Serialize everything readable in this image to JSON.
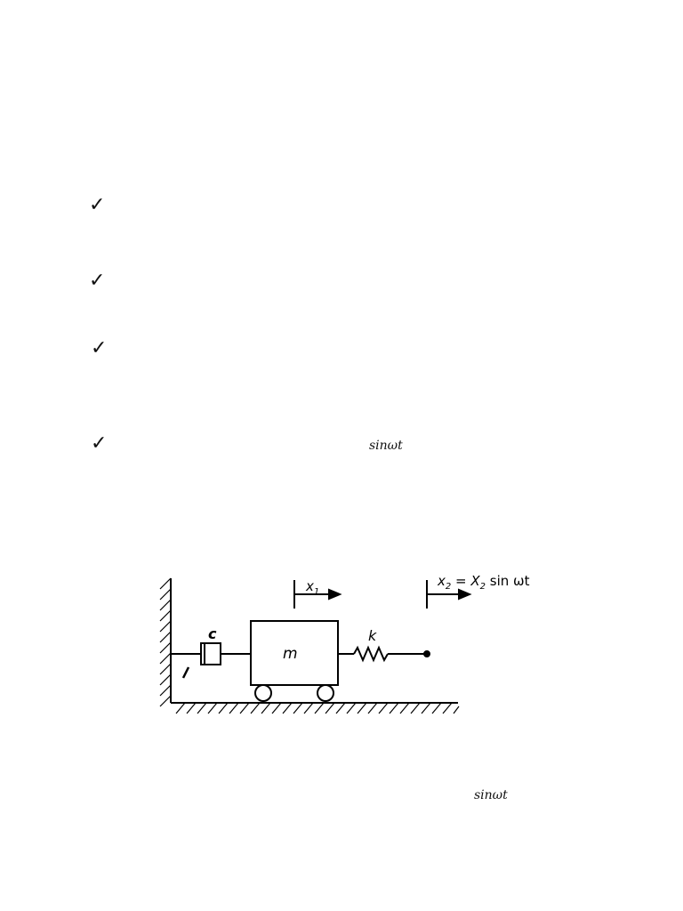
{
  "checks": [
    "✓",
    "✓",
    "✓",
    "✓"
  ],
  "inline_math": [
    "sinωt",
    "sinωt"
  ],
  "figure": {
    "label_x1": "x",
    "label_x1_sub": "1",
    "label_c": "c",
    "label_m": "m",
    "label_k": "k",
    "label_x2_eq": {
      "x": "x",
      "x_sub": "2",
      "eq": " = ",
      "X": "X",
      "X_sub": "2",
      "rest": " sin ωt"
    }
  }
}
